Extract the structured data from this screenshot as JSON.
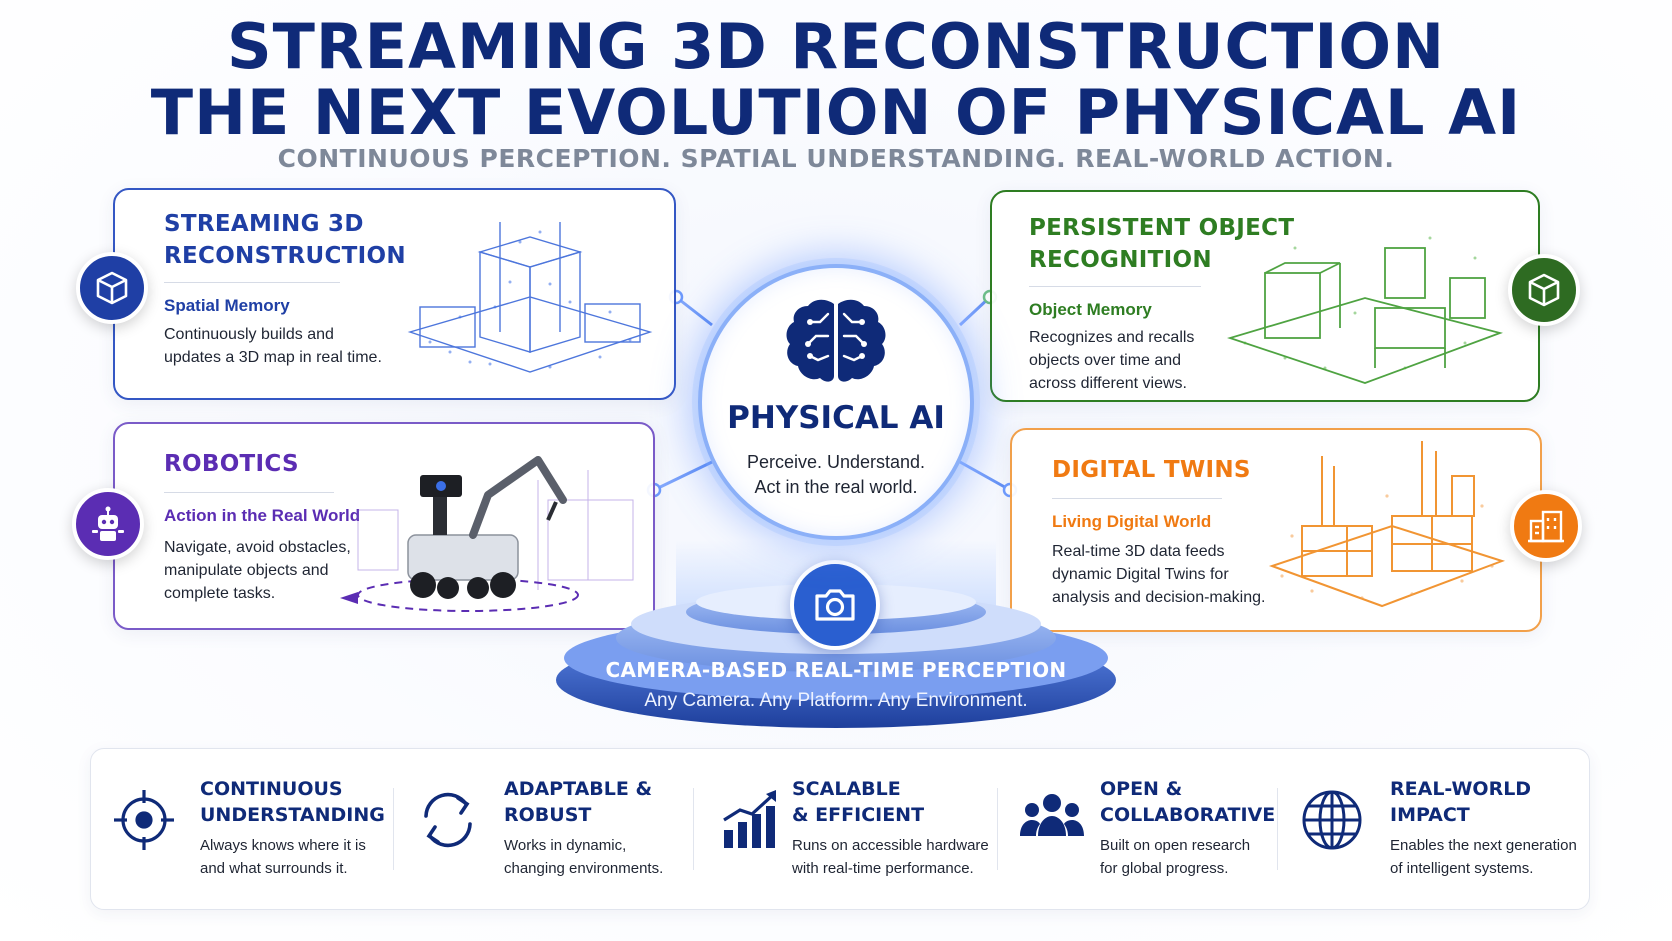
{
  "header": {
    "title_line1": "STREAMING 3D RECONSTRUCTION",
    "title_line2": "THE NEXT EVOLUTION OF PHYSICAL AI",
    "subtitle": "CONTINUOUS PERCEPTION. SPATIAL UNDERSTANDING. REAL-WORLD ACTION."
  },
  "cards": {
    "reconstruction": {
      "title_line1": "STREAMING 3D",
      "title_line2": "RECONSTRUCTION",
      "subtitle": "Spatial Memory",
      "desc_line1": "Continuously builds and",
      "desc_line2": "updates a 3D map in real time.",
      "color": "#1f3fa5",
      "icon": "cube-icon"
    },
    "recognition": {
      "title_line1": "PERSISTENT OBJECT",
      "title_line2": "RECOGNITION",
      "subtitle": "Object Memory",
      "desc_line1": "Recognizes and recalls",
      "desc_line2": "objects over time and",
      "desc_line3": "across different views.",
      "color": "#2e7d22",
      "icon": "cube-icon"
    },
    "robotics": {
      "title": "ROBOTICS",
      "subtitle": "Action in the Real World",
      "desc_line1": "Navigate, avoid obstacles,",
      "desc_line2": "manipulate objects and",
      "desc_line3": "complete tasks.",
      "color": "#5b2db3",
      "icon": "robot-icon"
    },
    "twins": {
      "title": "DIGITAL TWINS",
      "subtitle": "Living Digital World",
      "desc_line1": "Real-time 3D data feeds",
      "desc_line2": "dynamic Digital Twins for",
      "desc_line3": "analysis and decision-making.",
      "color": "#f07a12",
      "icon": "building-icon"
    }
  },
  "center": {
    "title": "PHYSICAL AI",
    "tagline_line1": "Perceive. Understand.",
    "tagline_line2": "Act in the real world.",
    "icon": "brain-icon"
  },
  "platform": {
    "title": "CAMERA-BASED REAL-TIME PERCEPTION",
    "subtitle": "Any Camera. Any Platform. Any Environment.",
    "icon": "camera-icon"
  },
  "features": [
    {
      "title_line1": "CONTINUOUS",
      "title_line2": "UNDERSTANDING",
      "desc_line1": "Always knows where it is",
      "desc_line2": "and what surrounds it.",
      "icon": "crosshair-icon"
    },
    {
      "title_line1": "ADAPTABLE &",
      "title_line2": "ROBUST",
      "desc_line1": "Works in dynamic,",
      "desc_line2": "changing environments.",
      "icon": "refresh-icon"
    },
    {
      "title_line1": "SCALABLE",
      "title_line2": "& EFFICIENT",
      "desc_line1": "Runs on accessible hardware",
      "desc_line2": "with real-time performance.",
      "icon": "growth-chart-icon"
    },
    {
      "title_line1": "OPEN &",
      "title_line2": "COLLABORATIVE",
      "desc_line1": "Built on open research",
      "desc_line2": "for global progress.",
      "icon": "people-icon"
    },
    {
      "title_line1": "REAL-WORLD",
      "title_line2": "IMPACT",
      "desc_line1": "Enables the next generation",
      "desc_line2": "of intelligent systems.",
      "icon": "globe-icon"
    }
  ],
  "colors": {
    "navy": "#0f2a78",
    "blue": "#1f3fa5",
    "green": "#2e7d22",
    "purple": "#5b2db3",
    "orange": "#f07a12",
    "muted": "#7e8899"
  }
}
